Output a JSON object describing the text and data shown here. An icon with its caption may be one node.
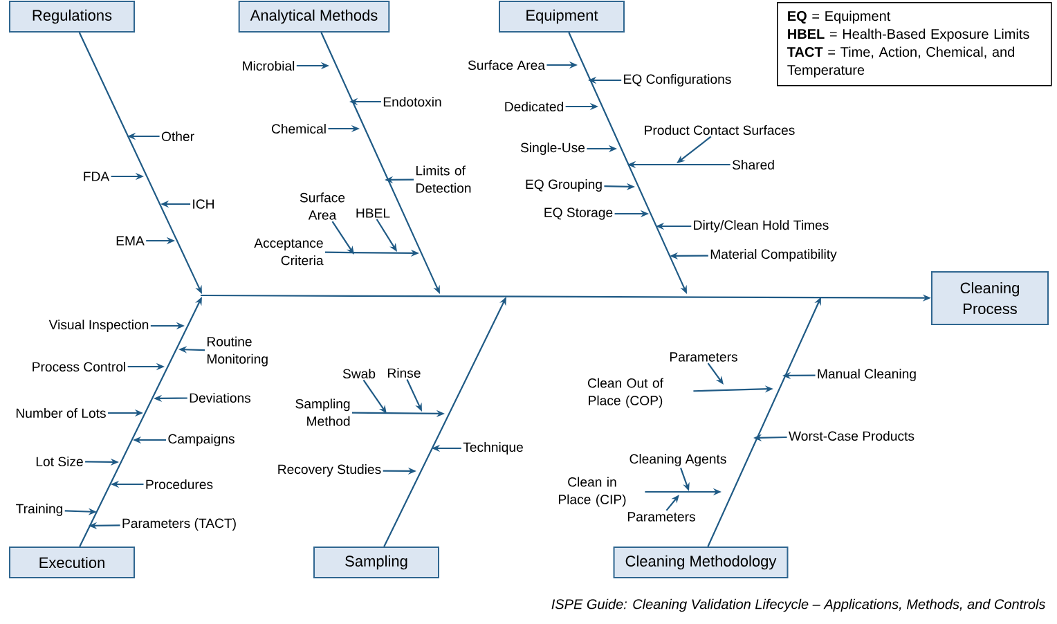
{
  "diagram": {
    "caption": "ISPE Guide: Cleaning Validation Lifecycle – Applications, Methods, and Controls",
    "nodes": [
      {
        "text": [
          "Regulations"
        ]
      },
      {
        "text": [
          "Analytical Methods"
        ]
      },
      {
        "text": [
          "Equipment"
        ]
      },
      {
        "text": [
          "Execution"
        ]
      },
      {
        "text": [
          "Sampling"
        ]
      },
      {
        "text": [
          "Cleaning Methodology"
        ]
      },
      {
        "text": [
          "Cleaning Process"
        ]
      },
      {
        "text": [
          "**EQ** = Equipment",
          "**HBEL** = Health-Based Exposure Limits",
          "**TACT** = Time, Action, Chemical, and Temperature"
        ]
      },
      {
        "text": [
          "Other"
        ]
      },
      {
        "text": [
          "FDA"
        ]
      },
      {
        "text": [
          "ICH"
        ]
      },
      {
        "text": [
          "EMA"
        ]
      },
      {
        "text": [
          "Microbial"
        ]
      },
      {
        "text": [
          "Endotoxin"
        ]
      },
      {
        "text": [
          "Chemical"
        ]
      },
      {
        "text": [
          "Limits of Detection"
        ]
      },
      {
        "text": [
          "Surface Area"
        ]
      },
      {
        "text": [
          "HBEL"
        ]
      },
      {
        "text": [
          "Acceptance Criteria"
        ]
      },
      {
        "text": [
          "Surface Area"
        ]
      },
      {
        "text": [
          "EQ Configurations"
        ]
      },
      {
        "text": [
          "Dedicated"
        ]
      },
      {
        "text": [
          "Product Contact Surfaces"
        ]
      },
      {
        "text": [
          "Single-Use"
        ]
      },
      {
        "text": [
          "Shared"
        ]
      },
      {
        "text": [
          "EQ Grouping"
        ]
      },
      {
        "text": [
          "EQ Storage"
        ]
      },
      {
        "text": [
          "Dirty/Clean Hold Times"
        ]
      },
      {
        "text": [
          "Material Compatibility"
        ]
      },
      {
        "text": [
          "Visual Inspection"
        ]
      },
      {
        "text": [
          "Routine Monitoring"
        ]
      },
      {
        "text": [
          "Process Control"
        ]
      },
      {
        "text": [
          "Deviations"
        ]
      },
      {
        "text": [
          "Number of Lots"
        ]
      },
      {
        "text": [
          "Campaigns"
        ]
      },
      {
        "text": [
          "Lot Size"
        ]
      },
      {
        "text": [
          "Procedures"
        ]
      },
      {
        "text": [
          "Training"
        ]
      },
      {
        "text": [
          "Parameters (TACT)"
        ]
      },
      {
        "text": [
          "Swab"
        ]
      },
      {
        "text": [
          "Rinse"
        ]
      },
      {
        "text": [
          "Sampling Method"
        ]
      },
      {
        "text": [
          "Technique"
        ]
      },
      {
        "text": [
          "Recovery Studies"
        ]
      },
      {
        "text": [
          "Parameters"
        ]
      },
      {
        "text": [
          "Clean Out of Place (COP)"
        ]
      },
      {
        "text": [
          "Manual Cleaning"
        ]
      },
      {
        "text": [
          "Worst-Case Products"
        ]
      },
      {
        "text": [
          "Cleaning Agents"
        ]
      },
      {
        "text": [
          "Clean in Place (CIP)"
        ]
      },
      {
        "text": [
          "Parameters"
        ]
      }
    ],
    "edges": [
      {
        "from": null,
        "to": 6,
        "arrow": "to"
      },
      {
        "from": 0,
        "to": null,
        "arrow": "to"
      },
      {
        "from": 1,
        "to": null,
        "arrow": "to"
      },
      {
        "from": 2,
        "to": null,
        "arrow": "to"
      },
      {
        "from": 3,
        "to": null,
        "arrow": "to"
      },
      {
        "from": 4,
        "to": null,
        "arrow": "to"
      },
      {
        "from": 5,
        "to": null,
        "arrow": "to"
      },
      {
        "from": 8,
        "to": null,
        "arrow": "to"
      },
      {
        "from": 9,
        "to": null,
        "arrow": "to"
      },
      {
        "from": 10,
        "to": null,
        "arrow": "to"
      },
      {
        "from": 11,
        "to": null,
        "arrow": "to"
      },
      {
        "from": 12,
        "to": null,
        "arrow": "to"
      },
      {
        "from": 13,
        "to": null,
        "arrow": "to"
      },
      {
        "from": 14,
        "to": null,
        "arrow": "to"
      },
      {
        "from": 15,
        "to": null,
        "arrow": "to"
      },
      {
        "from": 16,
        "to": null,
        "arrow": "to"
      },
      {
        "from": 17,
        "to": null,
        "arrow": "to"
      },
      {
        "from": 18,
        "to": null,
        "arrow": "to"
      },
      {
        "from": 19,
        "to": null,
        "arrow": "to"
      },
      {
        "from": 20,
        "to": null,
        "arrow": "to"
      },
      {
        "from": 21,
        "to": null,
        "arrow": "to"
      },
      {
        "from": 22,
        "to": null,
        "arrow": "to"
      },
      {
        "from": 23,
        "to": null,
        "arrow": "to"
      },
      {
        "from": 24,
        "to": null,
        "arrow": "to"
      },
      {
        "from": 25,
        "to": null,
        "arrow": "to"
      },
      {
        "from": 26,
        "to": null,
        "arrow": "to"
      },
      {
        "from": 27,
        "to": null,
        "arrow": "to"
      },
      {
        "from": 28,
        "to": null,
        "arrow": "to"
      },
      {
        "from": 29,
        "to": null,
        "arrow": "to"
      },
      {
        "from": 30,
        "to": null,
        "arrow": "to"
      },
      {
        "from": 31,
        "to": null,
        "arrow": "to"
      },
      {
        "from": 32,
        "to": null,
        "arrow": "to"
      },
      {
        "from": 33,
        "to": null,
        "arrow": "to"
      },
      {
        "from": 34,
        "to": null,
        "arrow": "to"
      },
      {
        "from": 35,
        "to": null,
        "arrow": "to"
      },
      {
        "from": 36,
        "to": null,
        "arrow": "to"
      },
      {
        "from": 37,
        "to": null,
        "arrow": "to"
      },
      {
        "from": 38,
        "to": null,
        "arrow": "to"
      },
      {
        "from": 39,
        "to": null,
        "arrow": "to"
      },
      {
        "from": 40,
        "to": null,
        "arrow": "to"
      },
      {
        "from": 41,
        "to": null,
        "arrow": "to"
      },
      {
        "from": 42,
        "to": null,
        "arrow": "to"
      },
      {
        "from": 43,
        "to": null,
        "arrow": "to"
      },
      {
        "from": 44,
        "to": null,
        "arrow": "to"
      },
      {
        "from": 45,
        "to": null,
        "arrow": "to"
      },
      {
        "from": 46,
        "to": null,
        "arrow": "to"
      },
      {
        "from": 47,
        "to": null,
        "arrow": "to"
      },
      {
        "from": 48,
        "to": null,
        "arrow": "to"
      },
      {
        "from": 49,
        "to": null,
        "arrow": "to"
      },
      {
        "from": 50,
        "to": null,
        "arrow": "to"
      }
    ]
  }
}
